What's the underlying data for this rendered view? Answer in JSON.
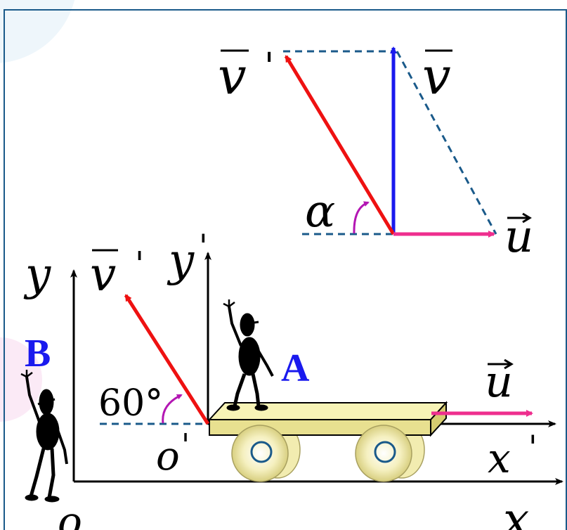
{
  "diagram": {
    "triangle": {
      "v_prime": "v",
      "v_prime_mark": "'",
      "v": "v",
      "u": "u",
      "alpha": "α"
    },
    "frames": {
      "y": "y",
      "y_prime": "y",
      "y_prime_mark": "'",
      "x": "x",
      "x_prime": "x",
      "x_prime_mark": "'",
      "o": "o",
      "o_prime": "o",
      "o_prime_mark": "'"
    },
    "velocity": {
      "v_prime": "v",
      "v_prime_mark": "'",
      "u": "u"
    },
    "angle": "60°",
    "observers": {
      "B": "B",
      "A": "A"
    },
    "colors": {
      "red": "#ee1111",
      "blue": "#1a1aee",
      "pink": "#ee2e8e",
      "purple": "#b316b3",
      "dash": "#1a5a8a",
      "cart": "#f0ec9e",
      "wheel": "#f2ecb0",
      "label_blue": "#1a1aee"
    }
  }
}
